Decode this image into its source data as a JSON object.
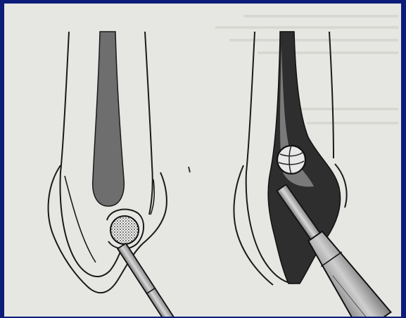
{
  "slide": {
    "background_color": "#0b1d78",
    "figure_background_color": "#e6e6e3"
  },
  "figure": {
    "panels": [
      {
        "name": "left-panel",
        "instrument": "diamond-round-bur"
      },
      {
        "name": "right-panel",
        "instrument": "steel-round-bur-with-handpiece"
      }
    ]
  }
}
